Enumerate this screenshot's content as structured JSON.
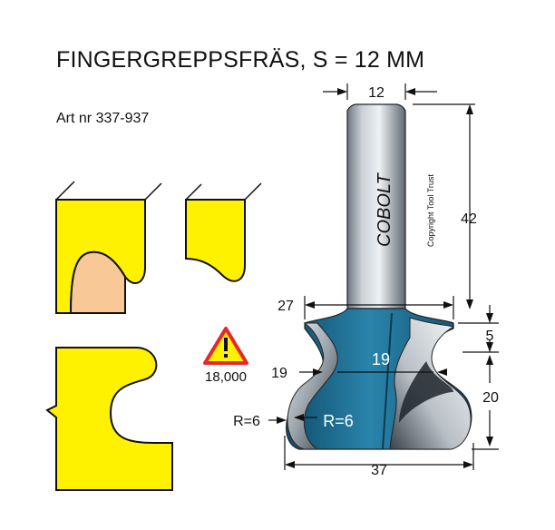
{
  "title": "FINGERGREPPSFRÄS, S = 12 MM",
  "article_number": "Art nr 337-937",
  "brand": "COBOLT",
  "copyright": "Copyright Tool Trust",
  "warning": {
    "icon": "warning-triangle-icon",
    "rpm": "18,000",
    "color": "#e8262d"
  },
  "dimensions": {
    "shank_diameter": "12",
    "shank_length": "42",
    "top_gap": "5",
    "total_diameter": "27",
    "inner_diameter": "19",
    "inner_diameter_body": "19",
    "cut_height": "20",
    "bottom_width": "37",
    "radius_left": "R=6",
    "radius_body": "R=6"
  },
  "colors": {
    "profile_fill": "#fff200",
    "wood_fill": "#f9c897",
    "body_blue": "#1f6f93",
    "shank_gray": "#b6bec7"
  }
}
